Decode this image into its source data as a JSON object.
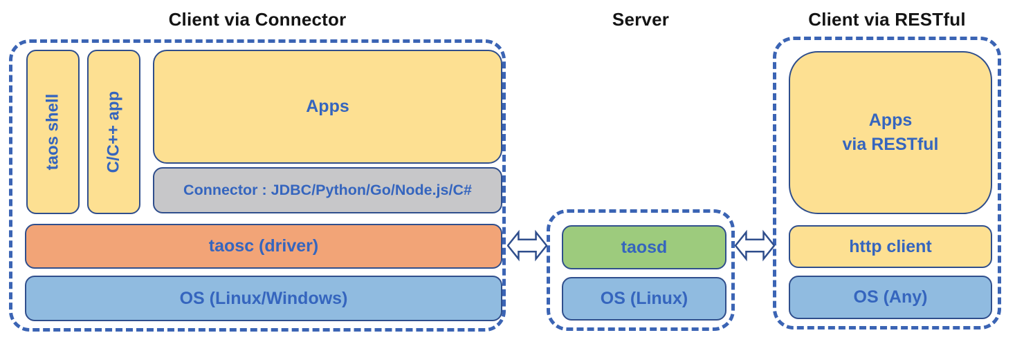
{
  "sections": {
    "connector_client": {
      "title": "Client via Connector",
      "boxes": {
        "taos_shell": "taos shell",
        "cpp_app": "C/C++ app",
        "apps": "Apps",
        "connector": "Connector : JDBC/Python/Go/Node.js/C#",
        "taosc": "taosc (driver)",
        "os": "OS (Linux/Windows)"
      }
    },
    "server": {
      "title": "Server",
      "boxes": {
        "taosd": "taosd",
        "os": "OS (Linux)"
      }
    },
    "restful_client": {
      "title": "Client via RESTful",
      "boxes": {
        "apps_line1": "Apps",
        "apps_line2": "via RESTful",
        "http_client": "http client",
        "os": "OS (Any)"
      }
    }
  },
  "icons": {
    "left_link": "double-arrow-icon",
    "right_link": "double-arrow-icon"
  },
  "colors": {
    "yellow": "#FDE092",
    "orange": "#F2A477",
    "blue": "#90BBE0",
    "green": "#9DCB7D",
    "gray": "#C7C7C9",
    "border": "#2F4E8C",
    "dash": "#3B64B4",
    "label": "#3565BE",
    "title": "#141414"
  }
}
